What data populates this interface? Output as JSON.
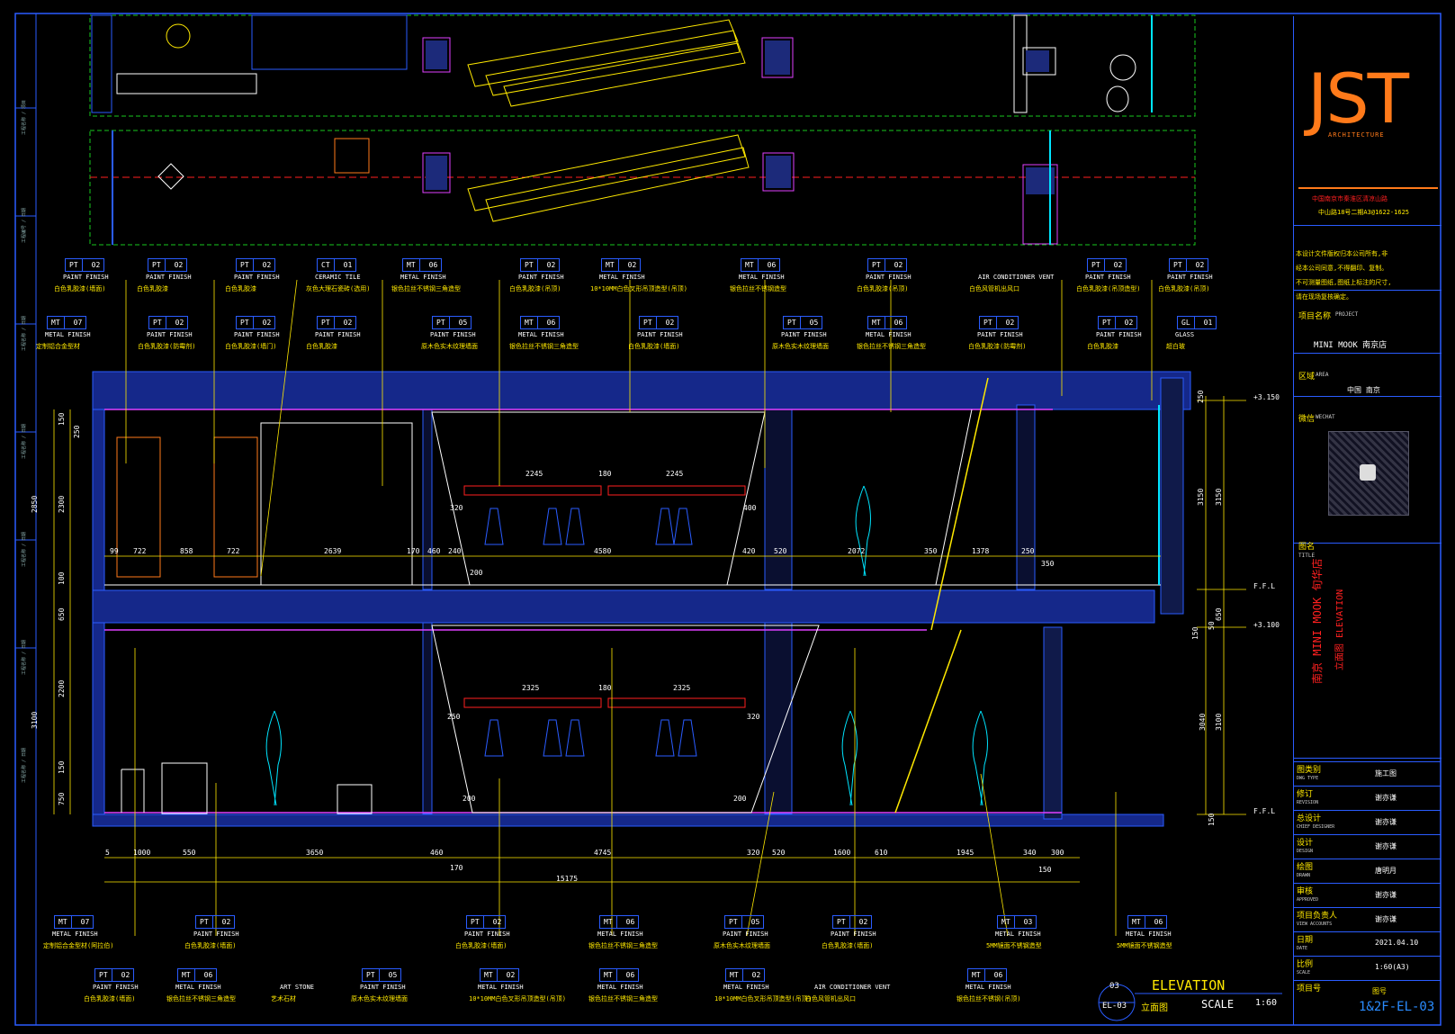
{
  "title_block": {
    "logo": "JST",
    "logo_sub": "ARCHITECTURE",
    "company_lines": [
      "中国南京市秦淮区清凉山路",
      "中山路18号二期A3@1622-1625"
    ],
    "notes": [
      "本设计文件版权归本公司所有,非",
      "经本公司同意,不得翻印、复制。",
      "不可测量图纸,图纸上标注的尺寸,",
      "请在现场复核确定。"
    ],
    "project_label": "项目名称",
    "project_label_en": "PROJECT",
    "project_value": "MINI MOOK 南京店",
    "area_label": "区域",
    "area_label_en": "AREA",
    "area_value": "中国 南京",
    "qr_label": "微信",
    "qr_label_en": "WECHAT",
    "title_label": "图名",
    "title_label_en": "TITLE",
    "title_value_1": "南京 MINI MOOK 旬华店",
    "title_value_2": "立面图 ELEVATION",
    "rows": [
      {
        "label": "图类别",
        "en": "DWG TYPE",
        "value": "施工图"
      },
      {
        "label": "修订",
        "en": "REVISION",
        "value": "谢亦谦"
      },
      {
        "label": "总设计",
        "en": "CHIEF DESIGNER",
        "value": "谢亦谦"
      },
      {
        "label": "设计",
        "en": "DESIGN",
        "value": "谢亦谦"
      },
      {
        "label": "绘图",
        "en": "DRAWN",
        "value": "唐明月"
      },
      {
        "label": "审核",
        "en": "APPROVED",
        "value": "谢亦谦"
      },
      {
        "label": "项目负责人",
        "en": "VIEW ACCOUNTS",
        "value": "谢亦谦"
      },
      {
        "label": "日期",
        "en": "DATE",
        "value": "2021.04.10"
      },
      {
        "label": "比例",
        "en": "SCALE",
        "value": "1:60(A3)"
      },
      {
        "label": "项目号",
        "en": "",
        "value": ""
      }
    ],
    "dwg_no_label": "图号",
    "dwg_no": "1&2F-EL-03"
  },
  "elevation_tag": {
    "number": "03",
    "ref": "EL-03",
    "title": "ELEVATION",
    "title_cn": "立面图",
    "scale_label": "SCALE",
    "scale": "1:60"
  },
  "top_callouts": [
    {
      "code": "PT",
      "num": "02",
      "en": "PAINT FINISH",
      "cn": "白色乳胶漆(墙面)"
    },
    {
      "code": "PT",
      "num": "02",
      "en": "PAINT FINISH",
      "cn": "白色乳胶漆"
    },
    {
      "code": "PT",
      "num": "02",
      "en": "PAINT FINISH",
      "cn": "白色乳胶漆"
    },
    {
      "code": "CT",
      "num": "01",
      "en": "CERAMIC TILE",
      "cn": "灰色大理石瓷砖(选用)"
    },
    {
      "code": "MT",
      "num": "06",
      "en": "METAL FINISH",
      "cn": "银色拉丝不锈钢三角造型"
    },
    {
      "code": "PT",
      "num": "02",
      "en": "PAINT FINISH",
      "cn": "白色乳胶漆(吊顶)"
    },
    {
      "code": "MT",
      "num": "02",
      "en": "METAL FINISH",
      "cn": "10*10MM白色叉形吊顶造型(吊顶)"
    },
    {
      "code": "MT",
      "num": "06",
      "en": "METAL FINISH",
      "cn": "银色拉丝不锈钢造型"
    },
    {
      "code": "PT",
      "num": "02",
      "en": "PAINT FINISH",
      "cn": "白色乳胶漆(吊顶)"
    },
    {
      "code": "",
      "num": "",
      "en": "AIR CONDITIONER     VENT",
      "cn": "白色风管机出风口"
    },
    {
      "code": "PT",
      "num": "02",
      "en": "PAINT FINISH",
      "cn": "白色乳胶漆(吊顶造型)"
    },
    {
      "code": "PT",
      "num": "02",
      "en": "PAINT FINISH",
      "cn": "白色乳胶漆(吊顶)"
    }
  ],
  "mid_callouts": [
    {
      "code": "MT",
      "num": "07",
      "en": "METAL FINISH",
      "cn": "定制铝合金型材"
    },
    {
      "code": "PT",
      "num": "02",
      "en": "PAINT FINISH",
      "cn": "白色乳胶漆(防霉剂)"
    },
    {
      "code": "PT",
      "num": "02",
      "en": "PAINT FINISH",
      "cn": "白色乳胶漆(墙门)"
    },
    {
      "code": "PT",
      "num": "02",
      "en": "PAINT FINISH",
      "cn": "白色乳胶漆"
    },
    {
      "code": "PT",
      "num": "05",
      "en": "PAINT FINISH",
      "cn": "原木色实木纹理墙面"
    },
    {
      "code": "MT",
      "num": "06",
      "en": "METAL FINISH",
      "cn": "银色拉丝不锈钢三角造型"
    },
    {
      "code": "PT",
      "num": "02",
      "en": "PAINT FINISH",
      "cn": "白色乳胶漆(墙面)"
    },
    {
      "code": "PT",
      "num": "05",
      "en": "PAINT FINISH",
      "cn": "原木色实木纹理墙面"
    },
    {
      "code": "MT",
      "num": "06",
      "en": "METAL FINISH",
      "cn": "银色拉丝不锈钢三角造型"
    },
    {
      "code": "PT",
      "num": "02",
      "en": "PAINT FINISH",
      "cn": "白色乳胶漆(防霉剂)"
    },
    {
      "code": "PT",
      "num": "02",
      "en": "PAINT FINISH",
      "cn": "白色乳胶漆"
    },
    {
      "code": "GL",
      "num": "01",
      "en": "GLASS",
      "cn": "超白玻"
    }
  ],
  "bottom_callouts": [
    {
      "code": "MT",
      "num": "07",
      "en": "METAL FINISH",
      "cn": "定制铝合金型材(阿拉伯)"
    },
    {
      "code": "PT",
      "num": "02",
      "en": "PAINT FINISH",
      "cn": "白色乳胶漆(墙面)"
    },
    {
      "code": "PT",
      "num": "02",
      "en": "PAINT FINISH",
      "cn": "白色乳胶漆(墙面)"
    },
    {
      "code": "MT",
      "num": "06",
      "en": "METAL FINISH",
      "cn": "银色拉丝不锈钢三角造型"
    },
    {
      "code": "PT",
      "num": "05",
      "en": "PAINT FINISH",
      "cn": "原木色实木纹理墙面"
    },
    {
      "code": "PT",
      "num": "02",
      "en": "PAINT FINISH",
      "cn": "白色乳胶漆(墙面)"
    },
    {
      "code": "MT",
      "num": "03",
      "en": "METAL FINISH",
      "cn": "5MM镜面不锈钢造型"
    },
    {
      "code": "MT",
      "num": "06",
      "en": "METAL FINISH",
      "cn": "5MM镜面不锈钢造型"
    }
  ],
  "bottom_callouts_2": [
    {
      "code": "PT",
      "num": "02",
      "en": "PAINT FINISH",
      "cn": "白色乳胶漆(墙面)"
    },
    {
      "code": "MT",
      "num": "06",
      "en": "METAL FINISH",
      "cn": "银色拉丝不锈钢三角造型"
    },
    {
      "code": "",
      "num": "",
      "en": "ART    STONE",
      "cn": "艺术石材"
    },
    {
      "code": "PT",
      "num": "05",
      "en": "PAINT FINISH",
      "cn": "原木色实木纹理墙面"
    },
    {
      "code": "MT",
      "num": "02",
      "en": "METAL FINISH",
      "cn": "10*10MM白色叉形吊顶造型(吊顶)"
    },
    {
      "code": "MT",
      "num": "06",
      "en": "METAL FINISH",
      "cn": "银色拉丝不锈钢三角造型"
    },
    {
      "code": "MT",
      "num": "02",
      "en": "METAL FINISH",
      "cn": "10*10MM白色叉形吊顶造型(吊顶)"
    },
    {
      "code": "",
      "num": "",
      "en": "AIR CONDITIONER     VENT",
      "cn": "白色风管机出风口"
    },
    {
      "code": "MT",
      "num": "06",
      "en": "METAL FINISH",
      "cn": "银色拉丝不锈钢(吊顶)"
    }
  ],
  "levels": [
    "+3.150",
    "F.F.L",
    "+3.100",
    "F.F.L"
  ],
  "dims_upper": [
    "99",
    "722",
    "858",
    "722",
    "2639",
    "170",
    "460",
    "240",
    "4580",
    "420",
    "520",
    "2072",
    "350",
    "1378",
    "250",
    "350"
  ],
  "dims_lower": [
    "5",
    "1000",
    "550",
    "3650",
    "460",
    "4745",
    "320",
    "520",
    "1600",
    "610",
    "1945",
    "340",
    "300"
  ],
  "dims_lower_2": [
    "170",
    "15175",
    "150"
  ],
  "dims_left": [
    "150",
    "250",
    "2300",
    "2850",
    "100",
    "650",
    "2200",
    "3100",
    "150",
    "750"
  ],
  "dims_right": [
    "250",
    "3150",
    "3150",
    "650",
    "50",
    "150",
    "3040",
    "3100",
    "150"
  ],
  "rack_dims": [
    "2245",
    "180",
    "2245",
    "2325",
    "180",
    "2325",
    "320",
    "400",
    "250",
    "320",
    "200",
    "200",
    "200"
  ],
  "side_notes": [
    "工程名称 / 项目",
    "工程编号 / 日期",
    "工程名称 / 日期",
    "工程名称 / 日期",
    "工程名称 / 日期",
    "工程名称 / 日期",
    "工程名称 / 日期"
  ]
}
